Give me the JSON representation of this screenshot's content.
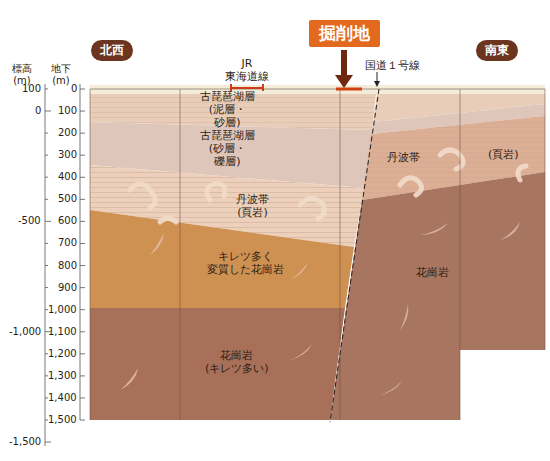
{
  "diagram": {
    "nodes": [
      {
        "text": [
          "北西"
        ]
      },
      {
        "text": [
          "掘削地"
        ]
      },
      {
        "text": [
          "南東"
        ]
      }
    ],
    "labels": [
      "標高 (m)",
      "地下 (m)",
      "100",
      "0",
      "-500",
      "-1,000",
      "-1,500",
      "0",
      "100",
      "200",
      "300",
      "400",
      "500",
      "600",
      "700",
      "800",
      "900",
      "1,000",
      "1,100",
      "1,200",
      "1,300",
      "1,400",
      "1,500",
      "JR 東海道線",
      "国道１号線",
      "古琵琶湖層 (泥層・砂層)",
      "古琵琶湖層 (砂層・礫層)",
      "丹波帯 (頁岩)",
      "キレツ多く 変質した花崗岩",
      "花崗岩 (キレツ多い)",
      "丹波帯",
      "(頁岩)",
      "花崗岩"
    ]
  }
}
